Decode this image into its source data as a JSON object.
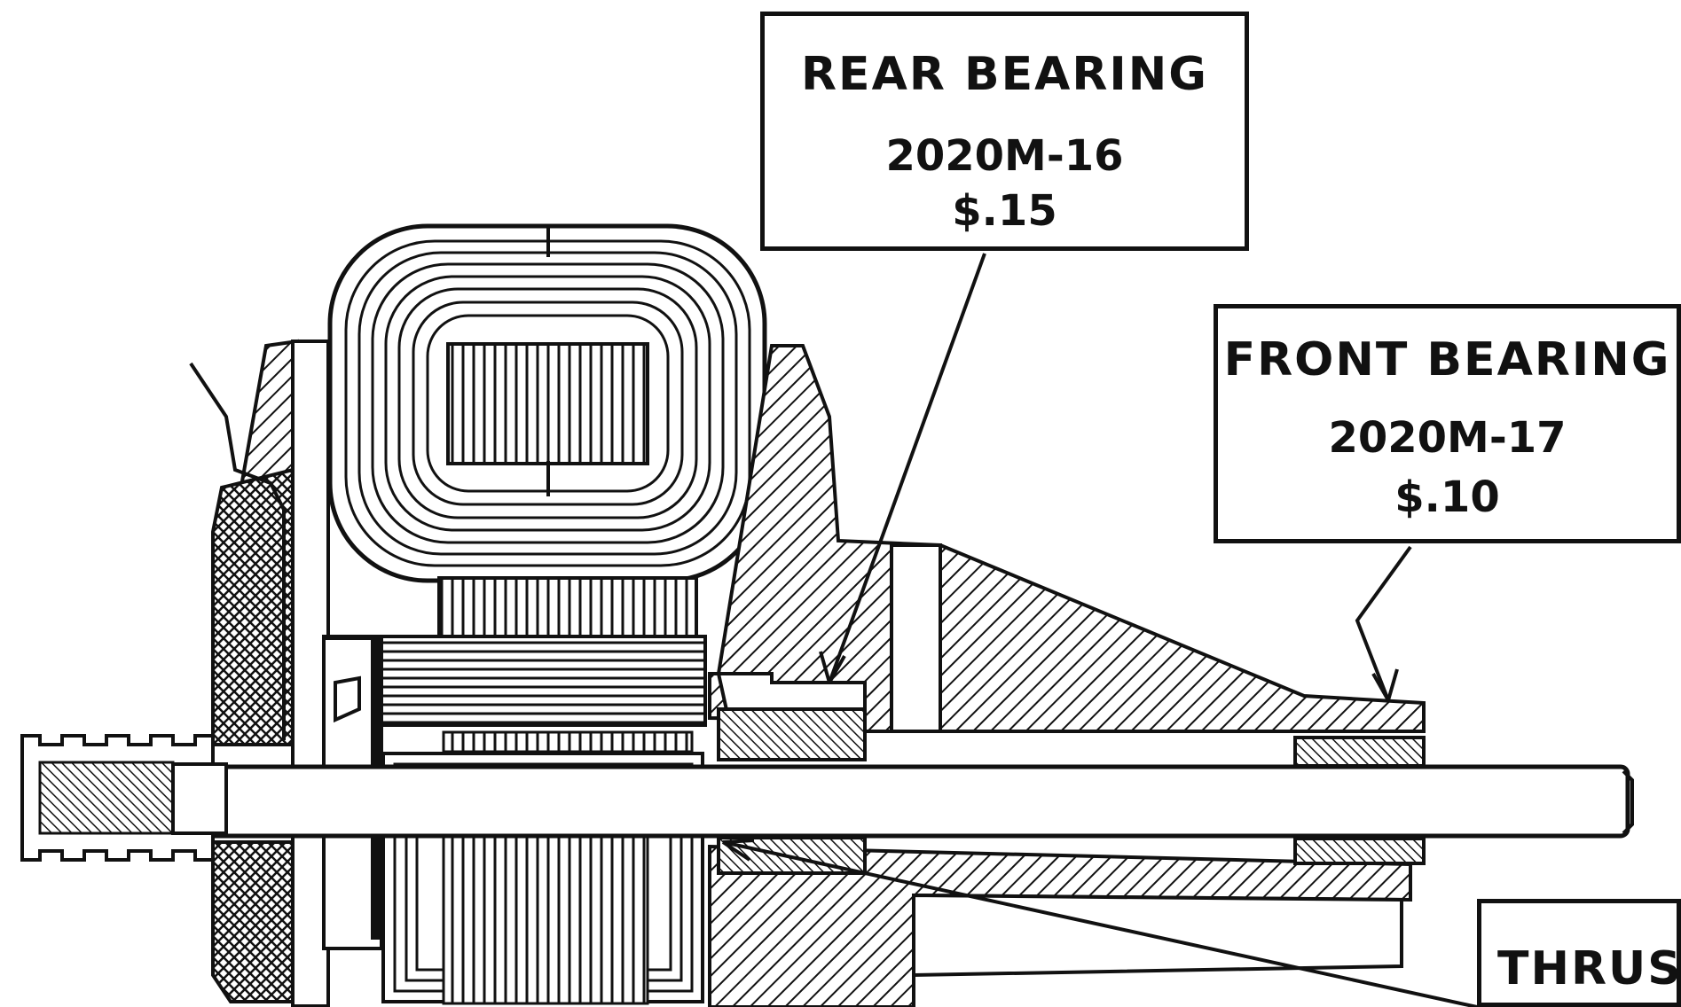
{
  "labels": {
    "rear_bearing": {
      "title": "REAR  BEARING",
      "part": "2020M-16",
      "price": "$.15"
    },
    "front_bearing": {
      "title": "FRONT  BEARING",
      "part": "2020M-17",
      "price": "$.10"
    },
    "thrust": {
      "title": "THRUST"
    }
  },
  "colors": {
    "ink": "#111111",
    "paper": "#ffffff"
  }
}
